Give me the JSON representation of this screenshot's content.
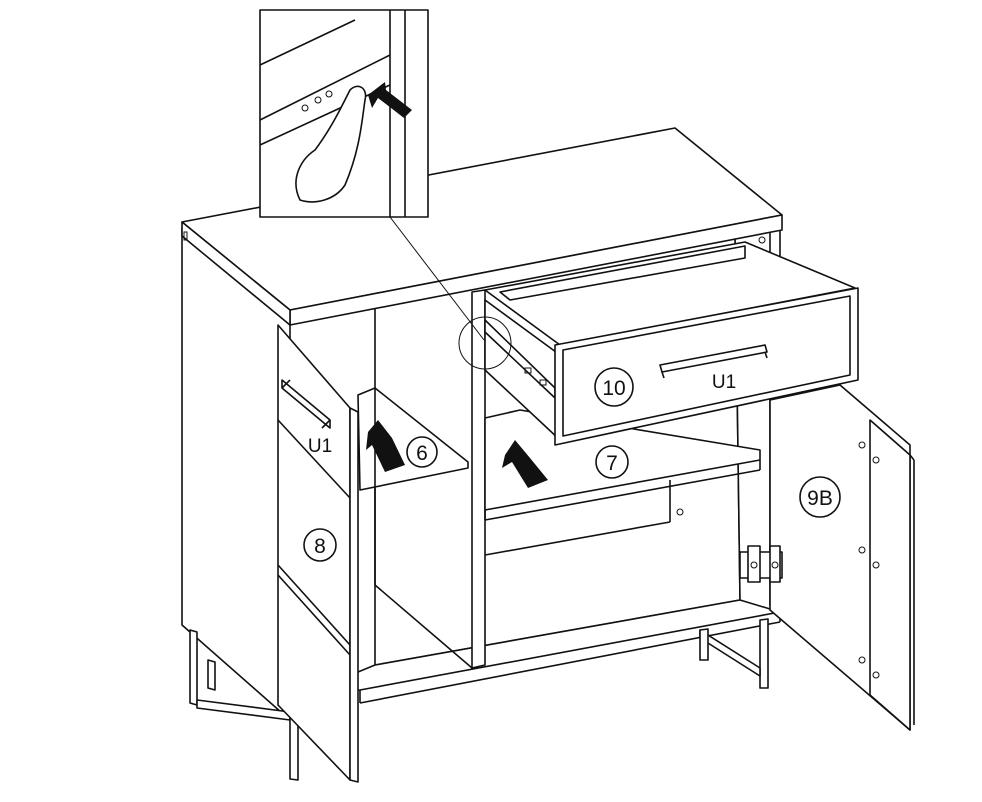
{
  "labels": {
    "u1_left": "U1",
    "u1_drawer": "U1",
    "part_6": "6",
    "part_7": "7",
    "part_8": "8",
    "part_9b": "9B",
    "part_10": "10"
  }
}
